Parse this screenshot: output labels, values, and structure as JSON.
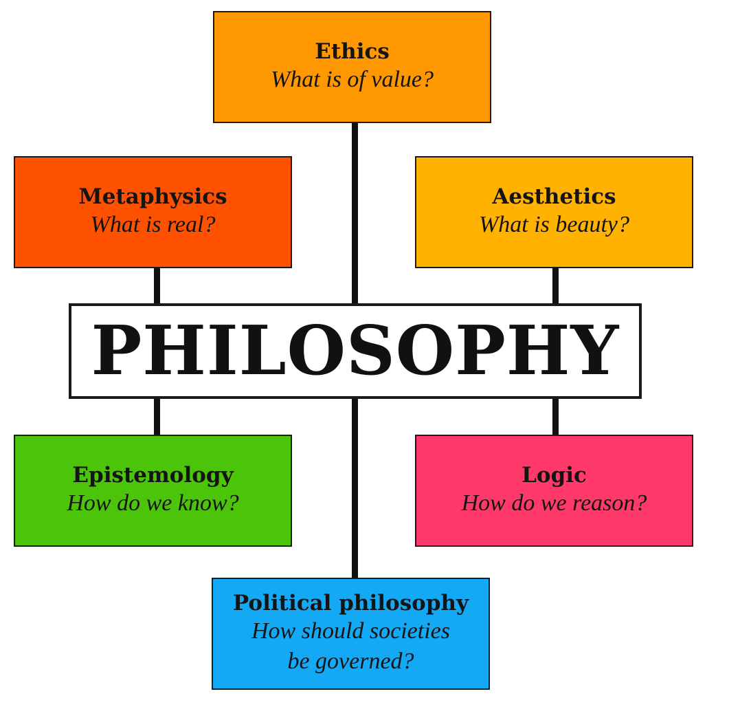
{
  "center": {
    "title": "PHILOSOPHY"
  },
  "branches": {
    "ethics": {
      "title": "Ethics",
      "question": "What is of value?",
      "color": "#FF9800"
    },
    "metaphysics": {
      "title": "Metaphysics",
      "question": "What is real?",
      "color": "#FF5200"
    },
    "aesthetics": {
      "title": "Aesthetics",
      "question": "What is beauty?",
      "color": "#FFB300"
    },
    "epistemology": {
      "title": "Epistemology",
      "question": "How do we know?",
      "color": "#4CC40A"
    },
    "logic": {
      "title": "Logic",
      "question": "How do we reason?",
      "color": "#FF3A6A"
    },
    "political": {
      "title": "Political philosophy",
      "question_line1": "How should societies",
      "question_line2": "be governed?",
      "color": "#14A9F5"
    }
  },
  "colors": {
    "connector": "#111111",
    "border": "#1a1a1a"
  }
}
